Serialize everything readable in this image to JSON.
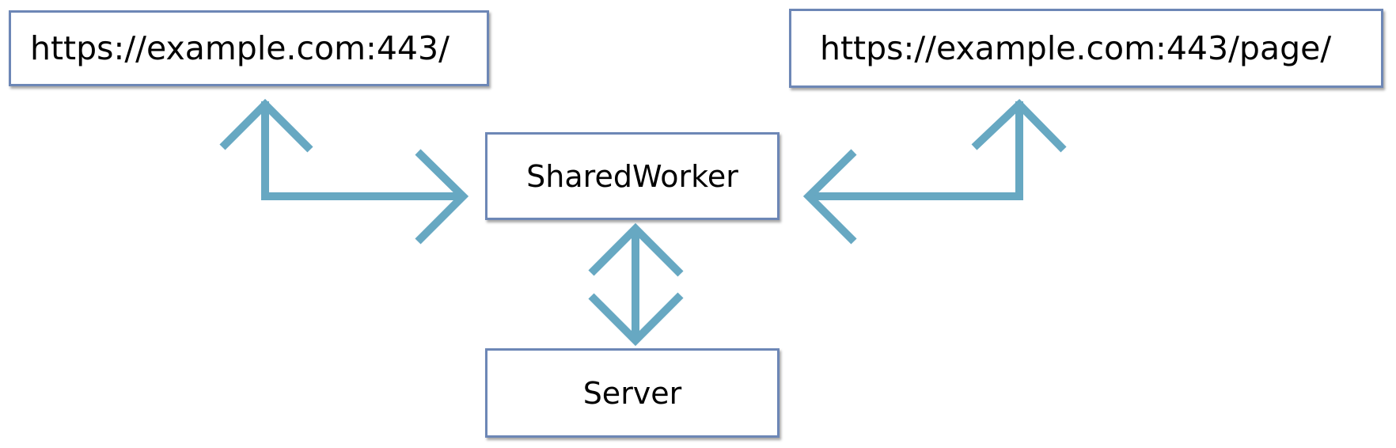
{
  "nodes": {
    "left_url": "https://example.com:443/",
    "right_url": "https://example.com:443/page/",
    "worker": "SharedWorker",
    "server": "Server"
  },
  "colors": {
    "box_border": "#6d87b6",
    "arrow": "#67a8c2"
  }
}
